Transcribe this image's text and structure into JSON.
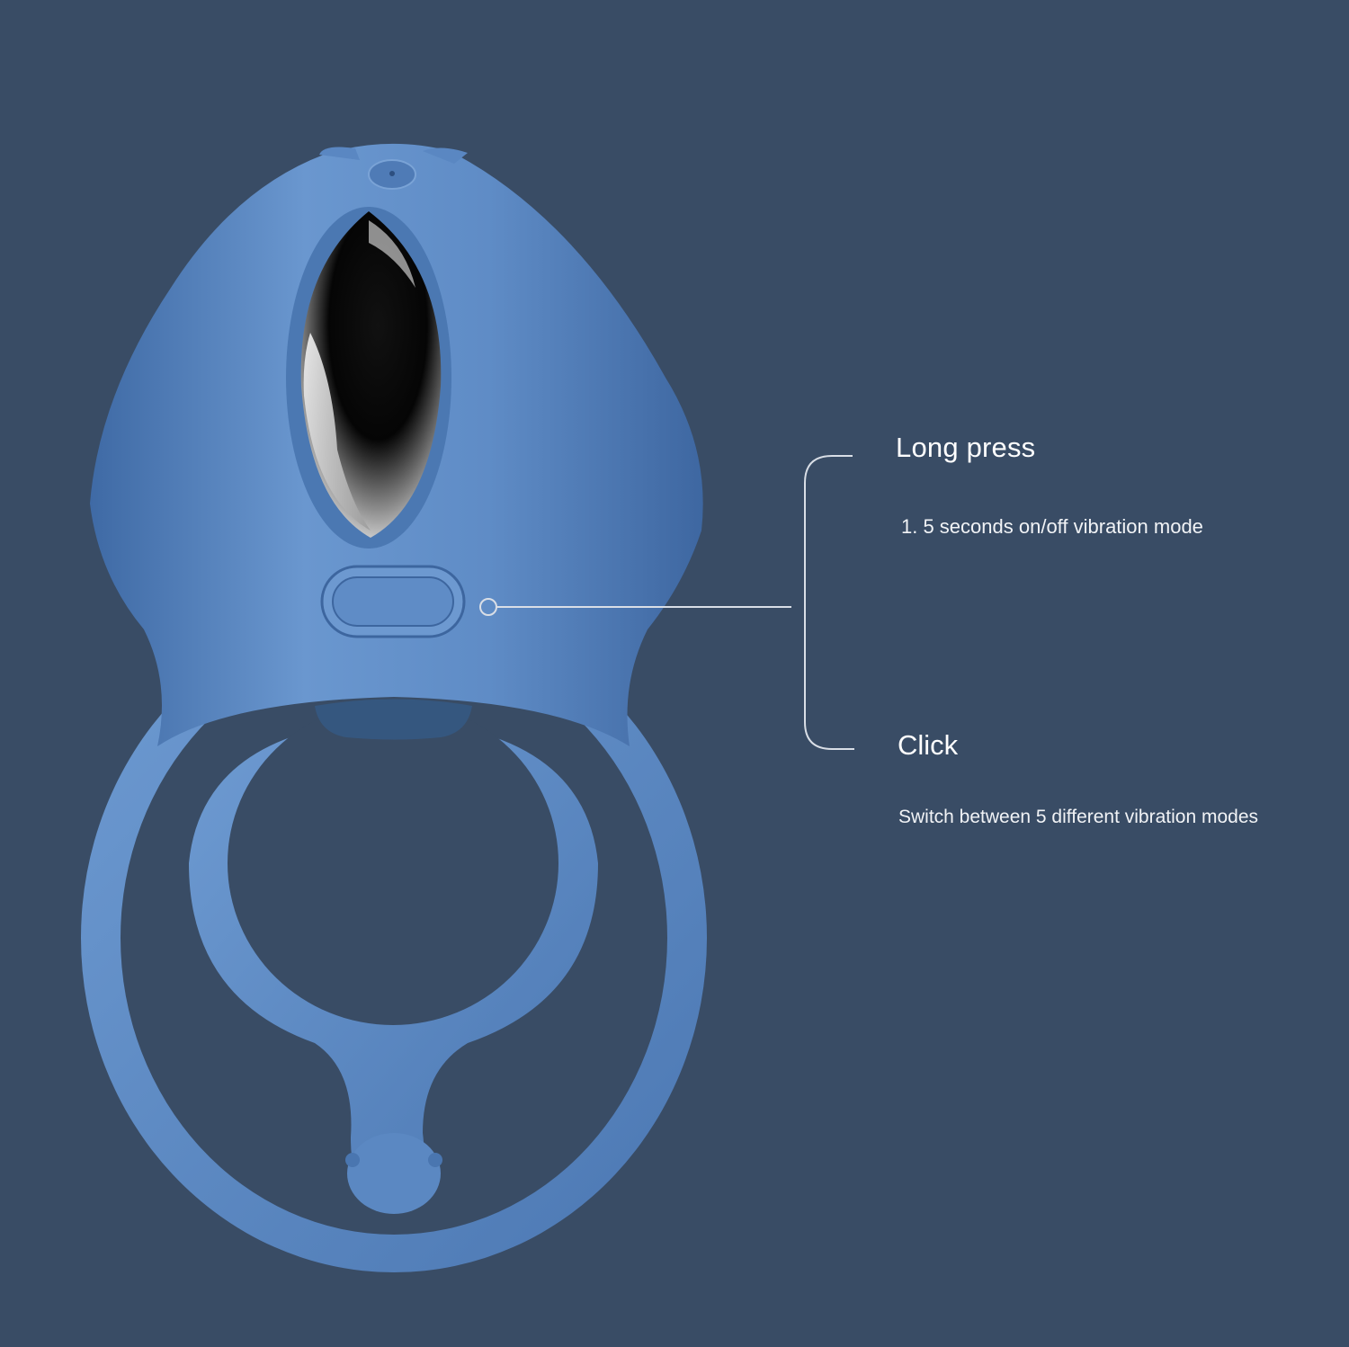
{
  "background_color": "#394c65",
  "device_color": "#5b8ac4",
  "callout_line_color": "#d9dee6",
  "long_press": {
    "title": "Long press",
    "description": "1. 5 seconds on/off vibration mode"
  },
  "click": {
    "title": "Click",
    "description": "Switch between 5 different vibration modes"
  },
  "icons": {
    "power_button": "power-button-icon",
    "callout_marker": "callout-circle-icon"
  }
}
